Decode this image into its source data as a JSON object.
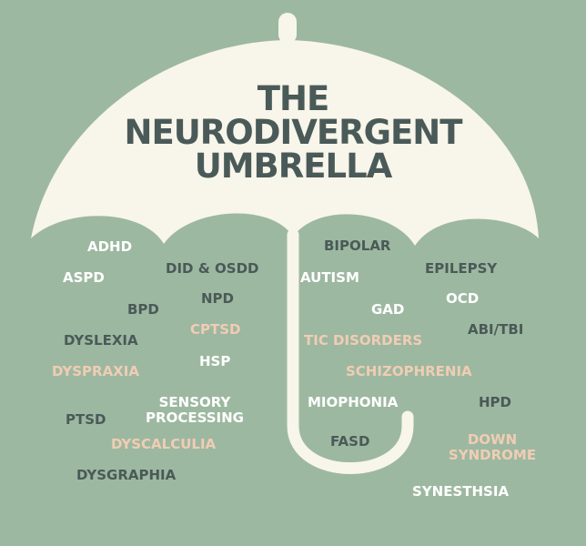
{
  "title": {
    "line1": "THE",
    "line2": "NEURODIVERGENT",
    "line3": "UMBRELLA"
  },
  "colors": {
    "background": "#9db8a0",
    "canopy": "#f8f5ea",
    "dark_text": "#4a5a58",
    "white_text": "#ffffff",
    "peach_text": "#f0cdb4"
  },
  "terms": {
    "adhd": "ADHD",
    "aspd": "ASPD",
    "did_osdd": "DID & OSDD",
    "bpd": "BPD",
    "npd": "NPD",
    "cptsd": "CPTSD",
    "dyslexia": "DYSLEXIA",
    "hsp": "HSP",
    "dyspraxia": "DYSPRAXIA",
    "sensory_processing_1": "SENSORY",
    "sensory_processing_2": "PROCESSING",
    "ptsd": "PTSD",
    "dyscalculia": "DYSCALCULIA",
    "dysgraphia": "DYSGRAPHIA",
    "bipolar": "BIPOLAR",
    "autism": "AUTISM",
    "epilepsy": "EPILEPSY",
    "gad": "GAD",
    "ocd": "OCD",
    "abi_tbi": "ABI/TBI",
    "tic_disorders": "TIC DISORDERS",
    "schizophrenia": "SCHIZOPHRENIA",
    "miophonia": "MIOPHONIA",
    "hpd": "HPD",
    "fasd": "FASD",
    "down_syndrome_1": "DOWN",
    "down_syndrome_2": "SYNDROME",
    "synesthsia": "SYNESTHSIA"
  }
}
